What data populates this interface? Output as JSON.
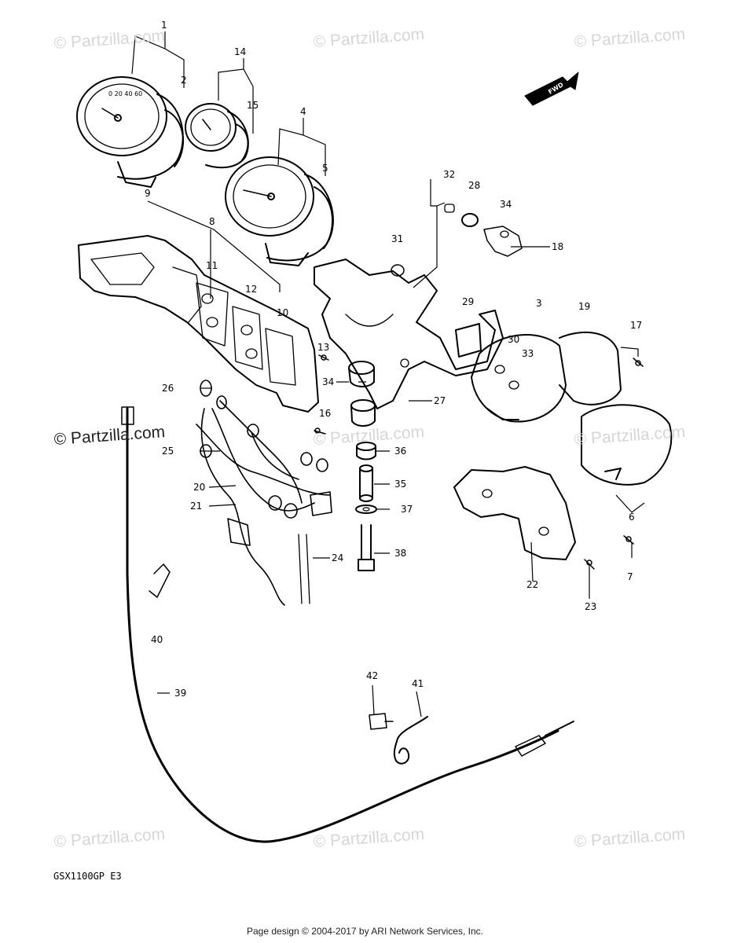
{
  "watermarks": [
    "© Partzilla.com",
    "© Partzilla.com",
    "© Partzilla.com",
    "© Partzilla.com",
    "© Partzilla.com",
    "© Partzilla.com",
    "© Partzilla.com",
    "© Partzilla.com"
  ],
  "watermark_strong": "© Partzilla.com",
  "fwd_label": "FWD",
  "model_code": "GSX1100GP  E3",
  "footer": "Page design © 2004-2017 by ARI Network Services, Inc.",
  "part_labels": [
    "1",
    "2",
    "14",
    "15",
    "4",
    "5",
    "9",
    "8",
    "11",
    "12",
    "10",
    "13",
    "32",
    "28",
    "34",
    "18",
    "31",
    "29",
    "3",
    "19",
    "17",
    "30",
    "33",
    "34",
    "27",
    "16",
    "26",
    "25",
    "20",
    "21",
    "36",
    "35",
    "37",
    "24",
    "38",
    "22",
    "23",
    "6",
    "7",
    "40",
    "39",
    "42",
    "41"
  ]
}
